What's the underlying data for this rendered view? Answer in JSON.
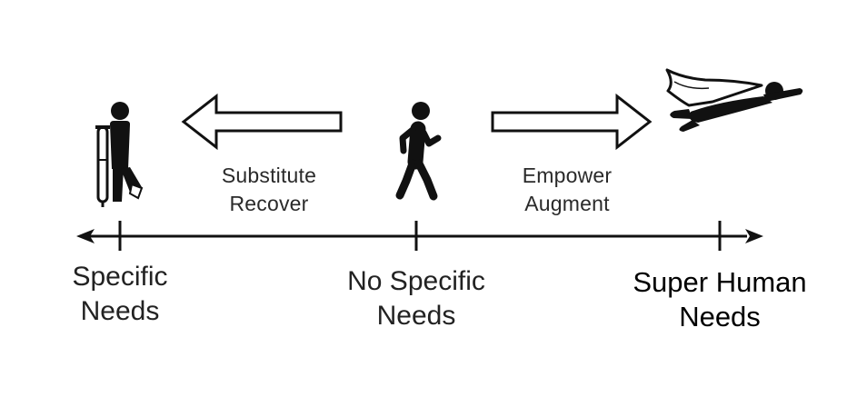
{
  "colors": {
    "ink": "#111111",
    "background": "#ffffff",
    "text": "#222222"
  },
  "left_arrow": {
    "line1": "Substitute",
    "line2": "Recover",
    "icon": "walking-with-crutch-icon"
  },
  "right_arrow": {
    "line1": "Empower",
    "line2": "Augment",
    "icon": "flying-superhero-icon"
  },
  "center_icon": "walking-person-icon",
  "axis": {
    "left": {
      "line1": "Specific",
      "line2": "Needs"
    },
    "center": {
      "line1": "No Specific",
      "line2": "Needs"
    },
    "right": {
      "line1": "Super Human",
      "line2": "Needs"
    }
  }
}
